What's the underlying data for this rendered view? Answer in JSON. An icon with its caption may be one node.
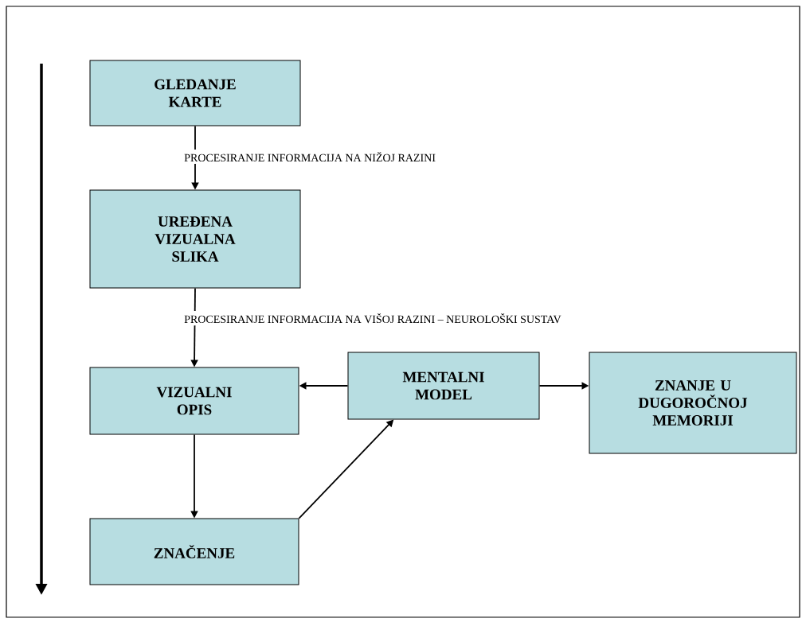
{
  "diagram": {
    "nodes": [
      {
        "text": [
          "GLEDANJE KARTE"
        ]
      },
      {
        "text": [
          "UREĐENA VIZUALNA SLIKA"
        ]
      },
      {
        "text": [
          "VIZUALNI OPIS"
        ]
      },
      {
        "text": [
          "MENTALNI MODEL"
        ]
      },
      {
        "text": [
          "ZNANJE U DUGOROČNOJ MEMORIJI"
        ]
      },
      {
        "text": [
          "ZNAČENJE"
        ]
      }
    ],
    "edges": [
      {
        "from": 0,
        "to": 1,
        "arrow": "to",
        "label": "PROCESIRANJE INFORMACIJA NA NIŽOJ RAZINI"
      },
      {
        "from": 1,
        "to": 2,
        "arrow": "to",
        "label": "PROCESIRANJE INFORMACIJA NA VIŠOJ RAZINI – NEUROLOŠKI SUSTAV"
      },
      {
        "from": 3,
        "to": 2,
        "arrow": "to"
      },
      {
        "from": 3,
        "to": 4,
        "arrow": "to"
      },
      {
        "from": 2,
        "to": 5,
        "arrow": "to"
      },
      {
        "from": 5,
        "to": 3,
        "arrow": "to"
      }
    ]
  }
}
